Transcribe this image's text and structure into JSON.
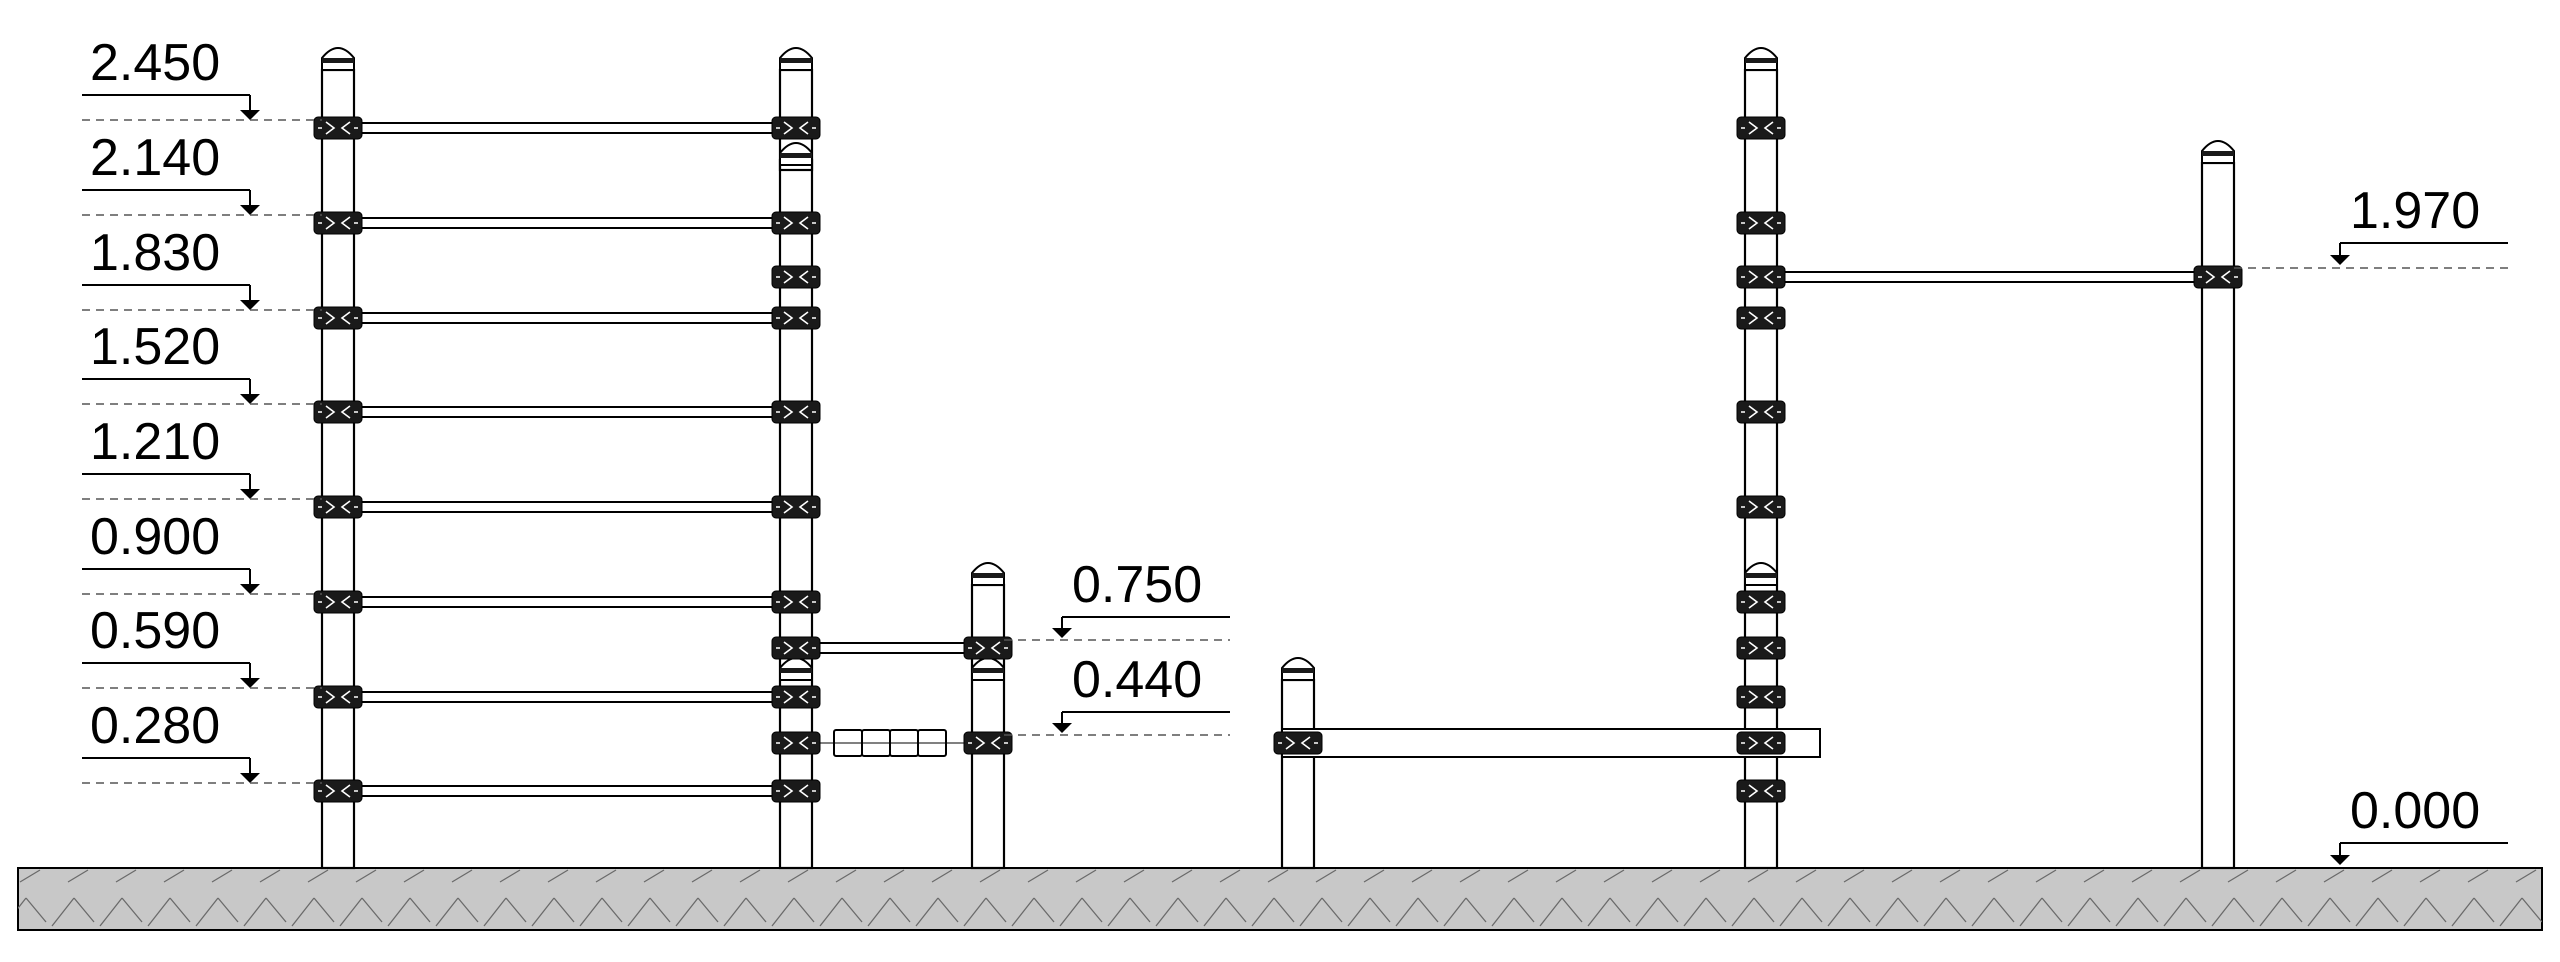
{
  "levels": {
    "l2450": "2.450",
    "l2140": "2.140",
    "l1830": "1.830",
    "l1520": "1.520",
    "l1210": "1.210",
    "l0900": "0.900",
    "l0590": "0.590",
    "l0280": "0.280",
    "l0750": "0.750",
    "l0440": "0.440",
    "l1970": "1.970",
    "l0000": "0.000"
  },
  "colors": {
    "ground_fill": "#c8c8c8",
    "ground_hatch": "#6a6a6a",
    "line": "#000000"
  }
}
